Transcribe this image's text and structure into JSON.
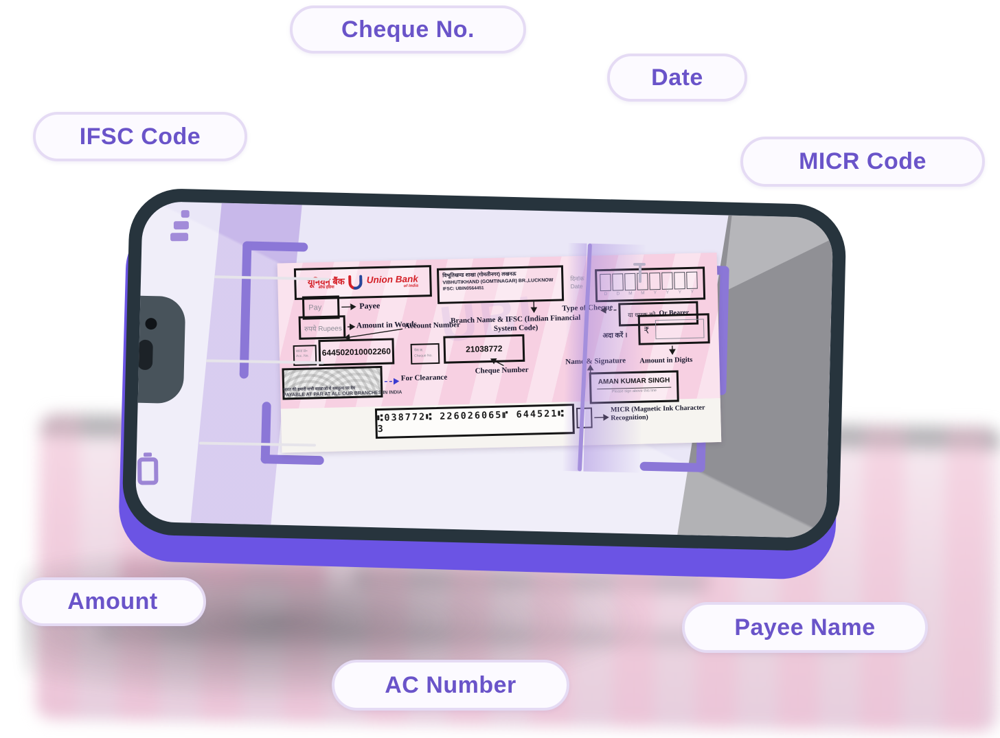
{
  "pills": {
    "cheque_no": "Cheque No.",
    "date": "Date",
    "ifsc": "IFSC Code",
    "micr": "MICR Code",
    "amount": "Amount",
    "payee": "Payee Name",
    "ac_number": "AC Number"
  },
  "cheque": {
    "bank": {
      "name_hi": "यूनियन बैंक",
      "tagline_hi": "ऑफ इंडिया",
      "name_en": "Union Bank",
      "tagline_en": "of India"
    },
    "branch": {
      "line1_hi": "विभूतिखण्ड शाखा (गोमतीनगर) लखनऊ",
      "line2": "VIBHUTIKHAND (GOMTINAGAR) BR.,LUCKNOW",
      "line3": "IFSC: UBIN0564451"
    },
    "date_field": {
      "label_hi": "दिनांक",
      "label_en": "Date",
      "letters": [
        "D",
        "D",
        "M",
        "M",
        "Y",
        "Y",
        "Y",
        "Y"
      ]
    },
    "fields": {
      "pay": "Pay",
      "rupees_hi": "रुपये",
      "rupees_en": "Rupees",
      "acc_label_hi": "खाता सं०",
      "acc_label_en": "Acc. No.",
      "cheque_label_hi": "चेक क्र.",
      "cheque_label_en": "Cheque No.",
      "bearer_hi": "या धारक को",
      "bearer_en": "Or Bearer",
      "pay_order_hi": "अदा करें ।",
      "rupee_sign": "₹",
      "sign_hint": "Please sign above this line",
      "payable_hi": "भारत की हमारी सभी शाखाओं में समतुल्य पर देय",
      "payable_en": "PAYABLE AT PAR AT ALL OUR BRANCHES IN INDIA",
      "watermark": "UBI"
    },
    "annotations": {
      "payee": "Payee",
      "amount_words": "Amount in Words",
      "branch_ifsc": "Branch Name & IFSC (Indian Financial System Code)",
      "account_number": "Account Number",
      "type_of_cheque": "Type of Cheque",
      "cheque_number": "Cheque Number",
      "for_clearance": "For Clearance",
      "name_signature": "Name & Signature",
      "amount_digits": "Amount in Digits",
      "micr": "MICR (Magnetic Ink Character Recognition)"
    },
    "values": {
      "account_number": "644502010002260",
      "cheque_number": "21038772",
      "signature_name": "AMAN KUMAR SINGH",
      "micr_line": "⑆038772⑆ 226026065⑈ 644521⑆ 3"
    }
  },
  "colors": {
    "accent_purple": "#6a54c9",
    "pill_border": "#e5dbf4",
    "phone_frame": "#27343d",
    "phone_depth": "#6b54e4",
    "screen": "#eae7f7",
    "scan_beam": "#a48fdc",
    "viewfinder": "#8b77d7",
    "cheque_pink": "#f7d0e2",
    "bank_red": "#d42027"
  }
}
